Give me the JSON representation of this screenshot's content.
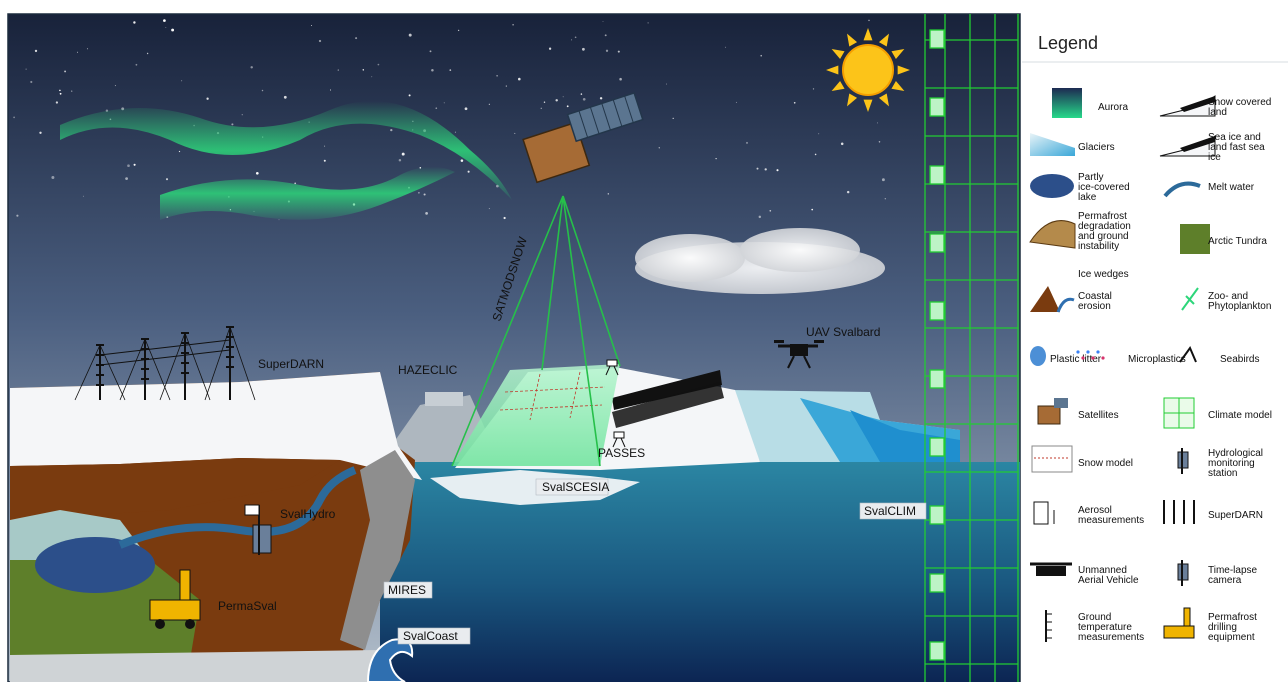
{
  "colors": {
    "sky_top": "#1b2740",
    "sky_bottom": "#a9b6c3",
    "aurora": "#2dd67a",
    "sea_top": "#2a7f9c",
    "sea_bottom": "#0d2a58",
    "soil": "#7a3b0f",
    "snow": "#f5f6f8",
    "model_grid": "#22cc33",
    "sun": "#fcc419"
  },
  "scene": {
    "labels": {
      "superdarn": "SuperDARN",
      "hazeclic": "HAZECLIC",
      "satmodsnow": "SATMODSNOW",
      "uav_svalbard": "UAV Svalbard",
      "passes": "PASSES",
      "svalscesia": "SvalSCESIA",
      "svalclim": "SvalCLIM",
      "svalhydro": "SvalHydro",
      "mires": "MIRES",
      "permasval": "PermaSval",
      "svalcoast": "SvalCoast"
    },
    "icons": [
      "sun-icon",
      "aurora-icon",
      "satellite-icon",
      "cloud-icon",
      "drone-icon",
      "radar-array-icon",
      "time-lapse-camera-icon",
      "hydrological-station-icon",
      "drilling-rig-icon",
      "wave-icon"
    ]
  },
  "legend": {
    "title": "Legend",
    "items": [
      {
        "label": "Aurora",
        "icon": "aurora-swatch-icon"
      },
      {
        "label": "Snow covered land",
        "icon": "snow-covered-land-icon"
      },
      {
        "label": "Glaciers",
        "icon": "glacier-icon"
      },
      {
        "label": "Sea ice and land fast sea ice",
        "icon": "sea-ice-icon"
      },
      {
        "label": "Partly ice-covered lake",
        "icon": "ice-lake-icon"
      },
      {
        "label": "Melt water",
        "icon": "melt-water-icon"
      },
      {
        "label": "Permafrost degradation and ground instability",
        "icon": "permafrost-degradation-icon"
      },
      {
        "label": "Ice wedges",
        "icon": "ice-wedge-icon"
      },
      {
        "label": "Arctic Tundra",
        "icon": "tundra-icon"
      },
      {
        "label": "Coastal erosion",
        "icon": "coastal-erosion-icon"
      },
      {
        "label": "Zoo- and Phytoplankton",
        "icon": "plankton-icon"
      },
      {
        "label": "Plastic litter",
        "icon": "plastic-litter-icon"
      },
      {
        "label": "Microplastics",
        "icon": "microplastics-icon"
      },
      {
        "label": "Seabirds",
        "icon": "seabird-icon"
      },
      {
        "label": "Satellites",
        "icon": "satellite-legend-icon"
      },
      {
        "label": "Climate model",
        "icon": "climate-model-icon"
      },
      {
        "label": "Snow model",
        "icon": "snow-model-icon"
      },
      {
        "label": "Hydrological monitoring station",
        "icon": "hydro-station-legend-icon"
      },
      {
        "label": "Aerosol measurements",
        "icon": "aerosol-icon"
      },
      {
        "label": "SuperDARN",
        "icon": "superdarn-legend-icon"
      },
      {
        "label": "Unmanned Aerial Vehicle",
        "icon": "uav-icon"
      },
      {
        "label": "Time-lapse camera",
        "icon": "camera-legend-icon"
      },
      {
        "label": "Ground temperature measurements",
        "icon": "ground-temperature-icon"
      },
      {
        "label": "Permafrost drilling equipment",
        "icon": "drilling-equipment-icon"
      }
    ]
  }
}
